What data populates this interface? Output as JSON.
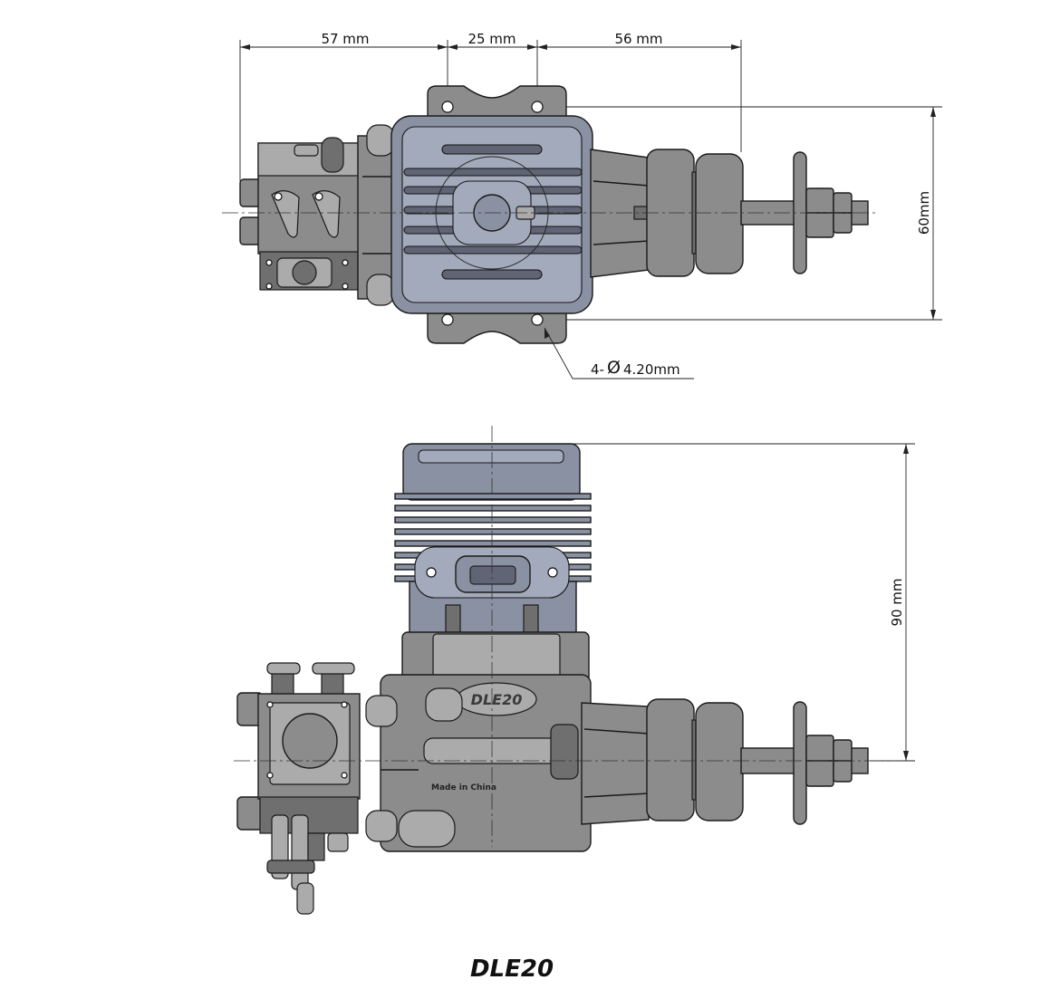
{
  "title": "DLE20",
  "top_view": {
    "dim_left": "57 mm",
    "dim_middle": "25 mm",
    "dim_right": "56 mm",
    "dim_height": "60mm",
    "hole_callout": {
      "count": "4-",
      "symbol": "Ø",
      "value": "4.20mm"
    }
  },
  "side_view": {
    "dim_height": "90 mm",
    "body_label": "DLE20",
    "origin_label": "Made in China"
  },
  "colors": {
    "body": "#8c8c8c",
    "light": "#ababab",
    "dark": "#6f6f6f",
    "head": "#8a91a3"
  }
}
